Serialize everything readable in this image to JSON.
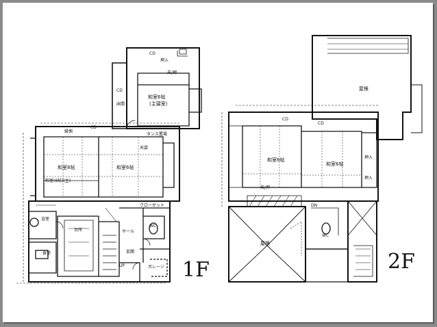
{
  "floor_labels": {
    "first": "1F",
    "second": "2F"
  },
  "first_floor": {
    "rooms": {
      "washitsu_back": "和室6帖",
      "washitsu_back_note": "(主寝室)",
      "washitsu_left": "和室8帖",
      "washitsu_left_note": "和室(6帖)(主)",
      "washitsu_right": "和室6帖",
      "oshiire_back": "押入",
      "tokonoma": "床間",
      "kitchen": "台所",
      "dining": "食堂",
      "bath": "浴室",
      "wc": "WC",
      "entrance": "玄関",
      "garage": "ガレージ",
      "hall": "ホール",
      "closet": "クローゼット"
    },
    "labels": {
      "cd1": "CD",
      "cd2": "CD",
      "cd3": "CD",
      "engawa": "縁側",
      "chest": "タンス置場",
      "tenbukuro": "天袋",
      "tenbukuro2": "天/押",
      "up": "UP"
    }
  },
  "second_floor": {
    "rooms": {
      "balcony": "屋根",
      "washitsu_left": "和室6帖",
      "washitsu_right": "和室6帖",
      "oshiire1": "押入",
      "oshiire2": "押入",
      "roof": "屋根",
      "wc": "WC"
    },
    "labels": {
      "cd1": "CD",
      "cd2": "CD",
      "up": "DN",
      "tenbukuro": "天/押"
    }
  }
}
